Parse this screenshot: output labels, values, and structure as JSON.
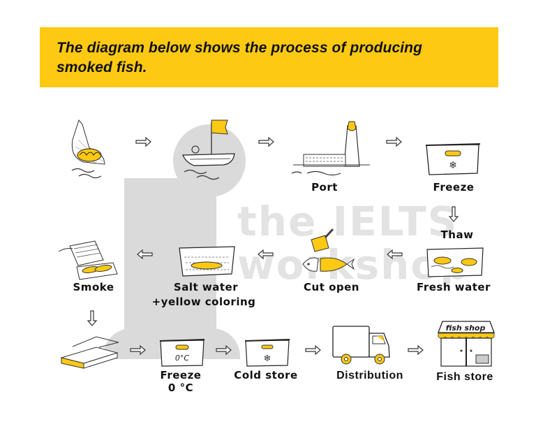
{
  "title": "The diagram below shows the process of producing smoked fish.",
  "title_lines": [
    "The diagram below shows the process of producing",
    "smoked fish."
  ],
  "colors": {
    "accent": "#fdc913",
    "watermark": "#dadada",
    "ink": "#111111"
  },
  "watermark": {
    "line1": "the IELTS",
    "line2": "workshop"
  },
  "steps": [
    {
      "id": "net",
      "label": "",
      "icon": "fishing-net-icon"
    },
    {
      "id": "boat",
      "label": "",
      "icon": "fishing-boat-icon"
    },
    {
      "id": "port",
      "label": "Port",
      "icon": "port-lighthouse-icon"
    },
    {
      "id": "freeze1",
      "label": "Freeze",
      "icon": "freezer-box-icon"
    },
    {
      "id": "thaw",
      "label": "Thaw",
      "icon": "arrow-down-icon"
    },
    {
      "id": "freshwater",
      "label": "Fresh water",
      "icon": "fish-in-water-tank-icon"
    },
    {
      "id": "cut",
      "label": "Cut open",
      "icon": "cleaver-fish-icon"
    },
    {
      "id": "salt",
      "label": "Salt water",
      "label2": "+yellow coloring",
      "icon": "brine-tank-icon"
    },
    {
      "id": "smoke",
      "label": "Smoke",
      "icon": "smoker-grill-icon"
    },
    {
      "id": "pack",
      "label": "",
      "icon": "packaging-box-icon"
    },
    {
      "id": "freeze2",
      "label": "Freeze",
      "label2": "0 °C",
      "icon": "freezer-0c-icon",
      "box_text": "0°C"
    },
    {
      "id": "cold",
      "label": "Cold store",
      "icon": "cold-store-icon"
    },
    {
      "id": "dist",
      "label": "Distribution",
      "icon": "delivery-truck-icon"
    },
    {
      "id": "shop",
      "label": "Fish store",
      "icon": "fish-shop-icon",
      "sign_text": "fish shop"
    }
  ]
}
